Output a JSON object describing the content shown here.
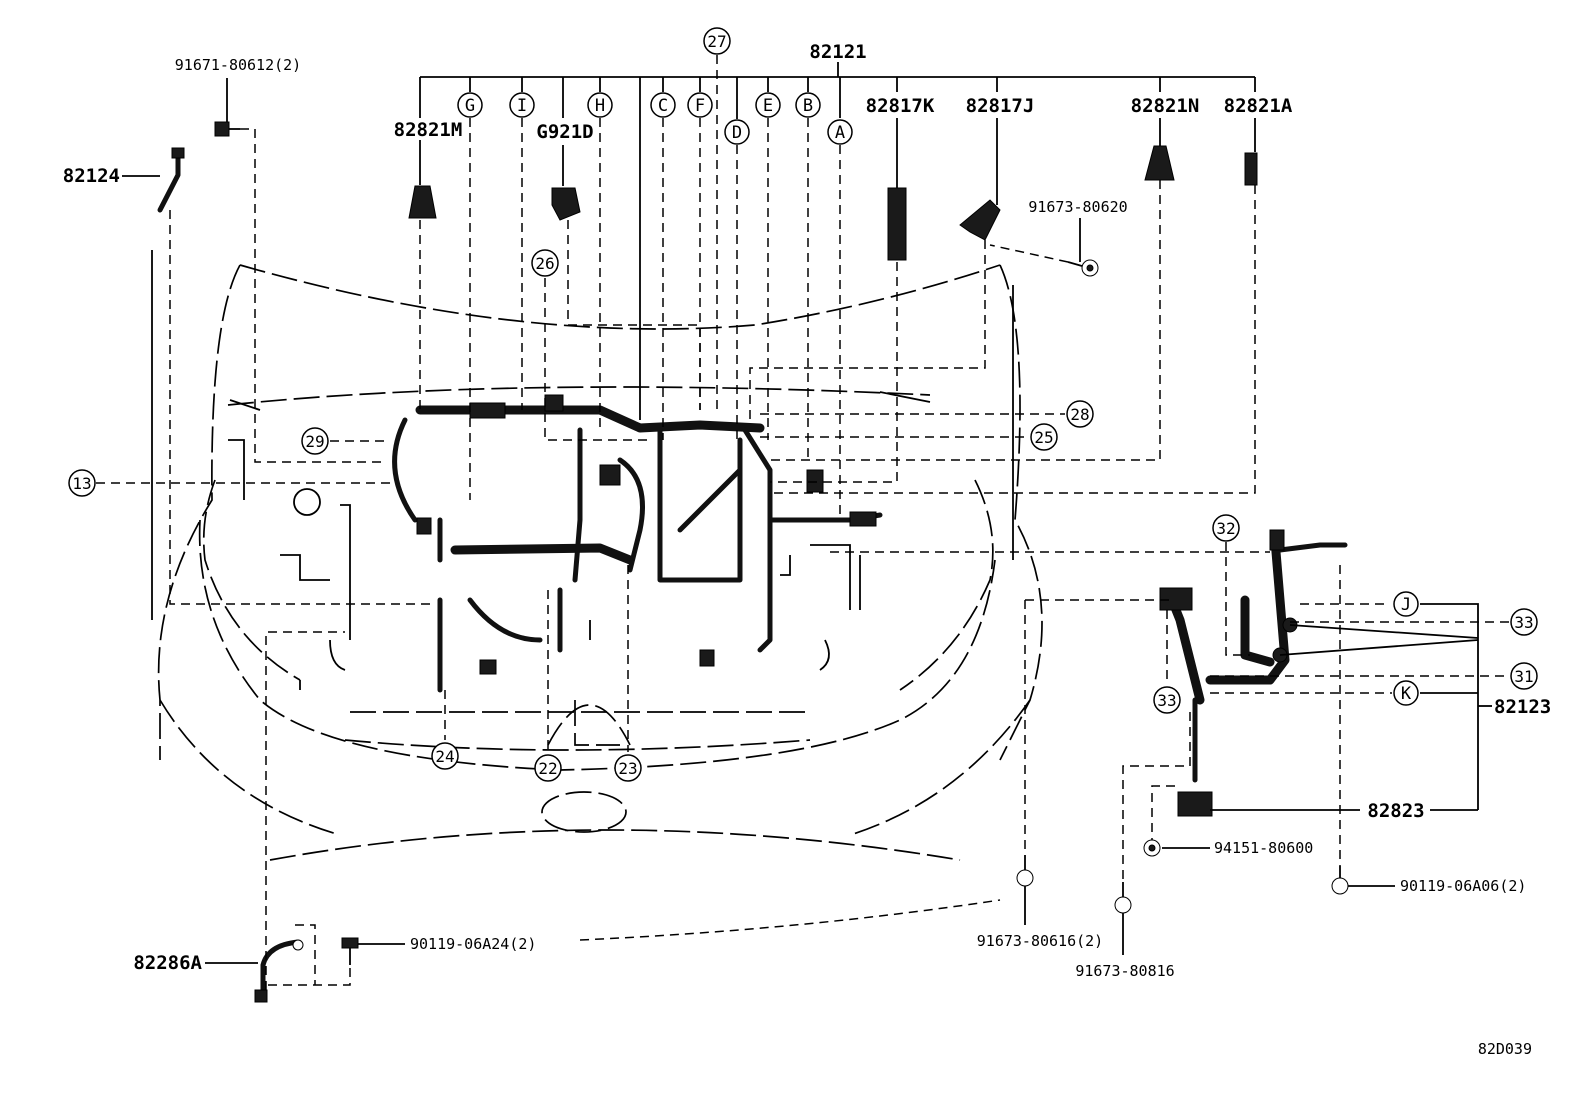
{
  "diagram": {
    "drawing_code": "82D039",
    "part_labels": {
      "p82121": "82121",
      "p91671": "91671-80612(2)",
      "p82124": "82124",
      "p82821M": "82821M",
      "pG921D": "G921D",
      "p82817K": "82817K",
      "p82817J": "82817J",
      "p82821N": "82821N",
      "p82821A": "82821A",
      "p91673_80620": "91673-80620",
      "p82123": "82123",
      "p82823": "82823",
      "p94151": "94151-80600",
      "p90119_06A06": "90119-06A06(2)",
      "p91673_80616": "91673-80616(2)",
      "p91673_80816": "91673-80816",
      "p82286A": "82286A",
      "p90119_06A24": "90119-06A24(2)"
    },
    "letter_callouts": {
      "G": "G",
      "I": "I",
      "H": "H",
      "C": "C",
      "F": "F",
      "D": "D",
      "E": "E",
      "B": "B",
      "A": "A",
      "J": "J",
      "K": "K"
    },
    "number_callouts": {
      "n27": "27",
      "n26": "26",
      "n29": "29",
      "n13": "13",
      "n28": "28",
      "n25": "25",
      "n24": "24",
      "n22": "22",
      "n23": "23",
      "n32": "32",
      "n33a": "33",
      "n31": "31",
      "n33b": "33"
    }
  }
}
